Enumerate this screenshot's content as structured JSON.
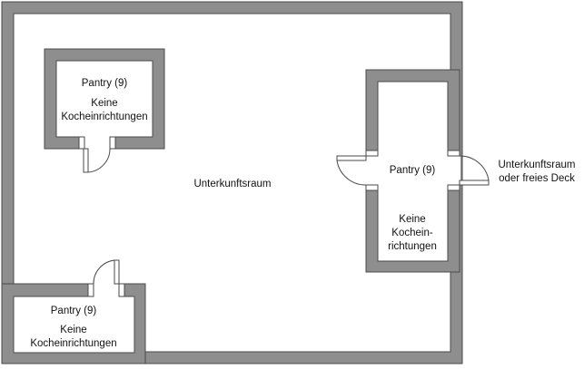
{
  "main_room": {
    "label": "Unterkunftsraum"
  },
  "outside": {
    "label_line1": "Unterkunftsraum",
    "label_line2": "oder freies Deck"
  },
  "pantry_top_left": {
    "title": "Pantry (9)",
    "line1": "Keine",
    "line2": "Kocheinrichtungen"
  },
  "pantry_right": {
    "title": "Pantry (9)",
    "line1": "Keine",
    "line2": "Kochein-",
    "line3": "richtungen"
  },
  "pantry_bottom_left": {
    "title": "Pantry (9)",
    "line1": "Keine",
    "line2": "Kocheinrichtungen"
  },
  "colors": {
    "wall": "#8e8e8e",
    "outline": "#4a4a4a"
  }
}
